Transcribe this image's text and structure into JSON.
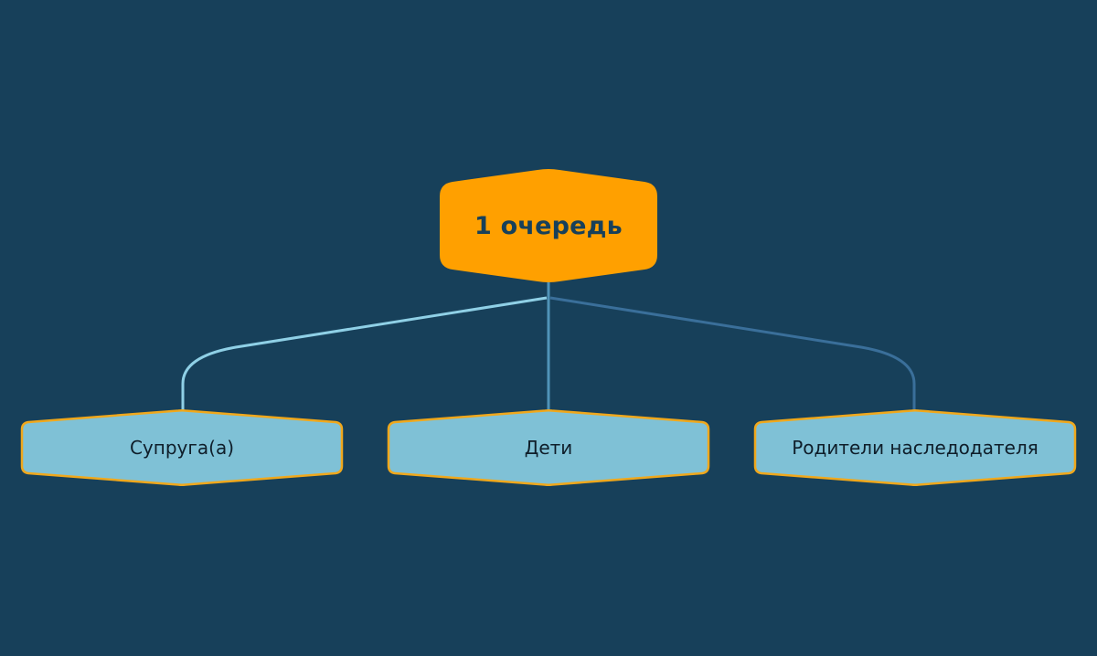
{
  "diagram": {
    "root": {
      "label": "1 очередь"
    },
    "children": [
      {
        "label": "Супруга(а)"
      },
      {
        "label": "Дети"
      },
      {
        "label": "Родители наследодателя"
      }
    ]
  },
  "colors": {
    "background": "#17405a",
    "root_fill": "#ffa000",
    "root_text": "#17405a",
    "child_fill": "#7fc1d6",
    "child_border": "#f0a81c",
    "child_text": "#0f1e2a",
    "connector_left": "#8fd0e6",
    "connector_center": "#4f93b8",
    "connector_right": "#3a6f9a"
  }
}
